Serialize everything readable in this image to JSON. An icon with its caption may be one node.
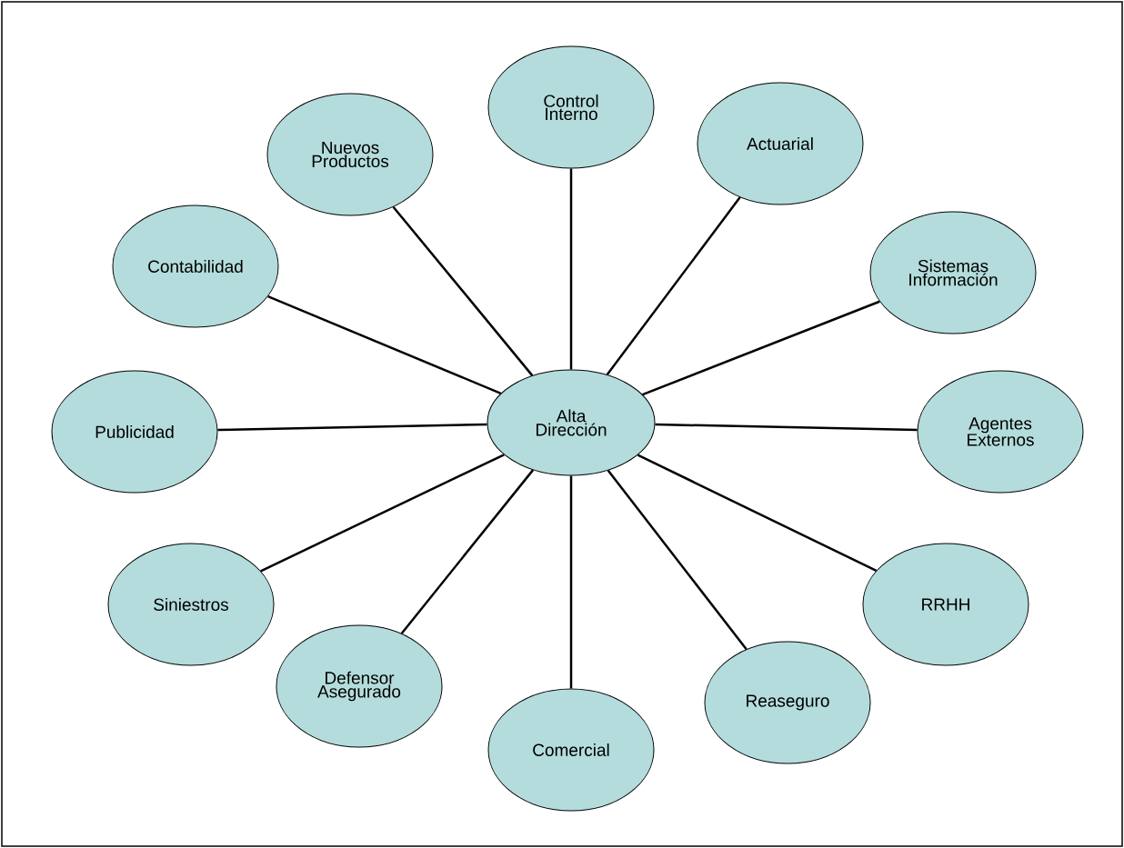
{
  "diagram": {
    "nodes": [
      {
        "text": [
          "Alta Dirección"
        ]
      },
      {
        "text": [
          "Control Interno"
        ]
      },
      {
        "text": [
          "Actuarial"
        ]
      },
      {
        "text": [
          "Sistemas Información"
        ]
      },
      {
        "text": [
          "Agentes Externos"
        ]
      },
      {
        "text": [
          "RRHH"
        ]
      },
      {
        "text": [
          "Reaseguro"
        ]
      },
      {
        "text": [
          "Comercial"
        ]
      },
      {
        "text": [
          "Defensor Asegurado"
        ]
      },
      {
        "text": [
          "Siniestros"
        ]
      },
      {
        "text": [
          "Publicidad"
        ]
      },
      {
        "text": [
          "Contabilidad"
        ]
      },
      {
        "text": [
          "Nuevos Productos"
        ]
      }
    ],
    "edges": [
      {
        "from": 0,
        "to": 1,
        "arrow": "none"
      },
      {
        "from": 0,
        "to": 2,
        "arrow": "none"
      },
      {
        "from": 0,
        "to": 3,
        "arrow": "none"
      },
      {
        "from": 0,
        "to": 4,
        "arrow": "none"
      },
      {
        "from": 0,
        "to": 5,
        "arrow": "none"
      },
      {
        "from": 0,
        "to": 6,
        "arrow": "none"
      },
      {
        "from": 0,
        "to": 7,
        "arrow": "none"
      },
      {
        "from": 0,
        "to": 8,
        "arrow": "none"
      },
      {
        "from": 0,
        "to": 9,
        "arrow": "none"
      },
      {
        "from": 0,
        "to": 10,
        "arrow": "none"
      },
      {
        "from": 0,
        "to": 11,
        "arrow": "none"
      },
      {
        "from": 0,
        "to": 12,
        "arrow": "none"
      }
    ]
  }
}
